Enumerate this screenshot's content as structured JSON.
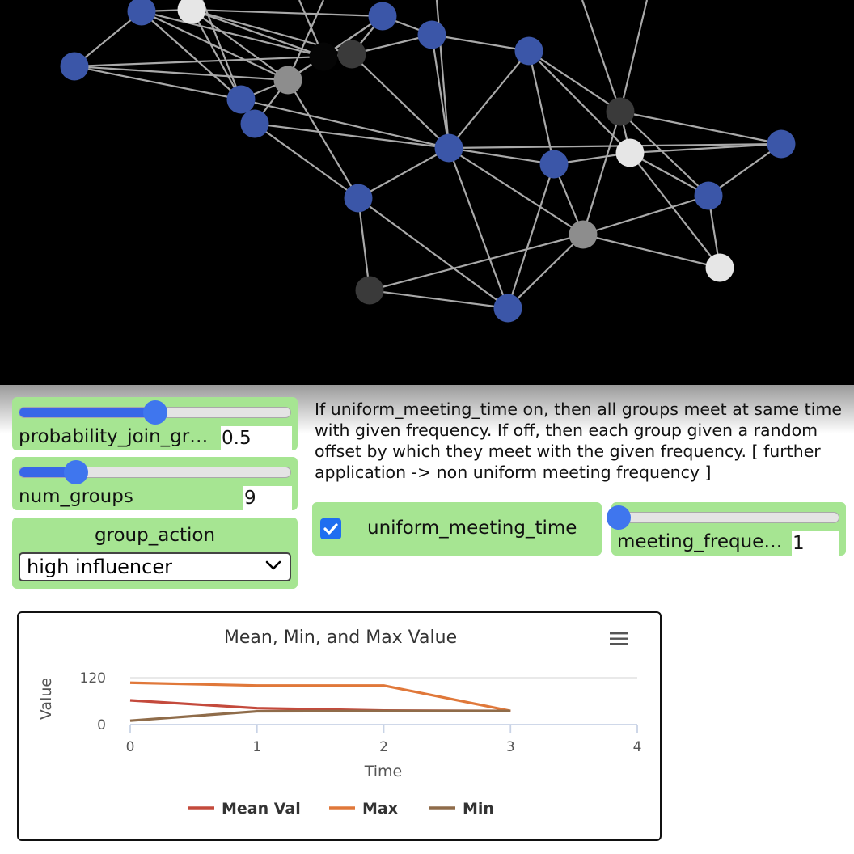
{
  "network": {
    "background": "#000000",
    "edge_color": "#a9a9a9",
    "color_key": {
      "blue": "#3b56a8",
      "white": "#e6e6e6",
      "gray": "#8d8d8d",
      "dark": "#3a3a3a",
      "black": "#050505"
    }
  },
  "controls": {
    "probability_join_group": {
      "label": "probability_join_gr…",
      "value": "0.5",
      "fraction": 0.5
    },
    "num_groups": {
      "label": "num_groups",
      "value": "9",
      "fraction": 0.21
    },
    "group_action": {
      "label": "group_action",
      "selected": "high influencer"
    },
    "uniform_meeting_time": {
      "label": "uniform_meeting_time",
      "checked": true
    },
    "meeting_frequency": {
      "label": "meeting_freque…",
      "value": "1",
      "fraction": 0.0
    }
  },
  "info_text": "If uniform_meeting_time on, then all groups meet at same time with given frequency. If off, then each group given a random offset by which they meet with the given frequency. [ further application -> non uniform meeting frequency ]",
  "chart": {
    "menu_icon": "hamburger-menu-icon"
  },
  "chart_data": {
    "type": "line",
    "title": "Mean, Min, and Max Value",
    "xlabel": "Time",
    "ylabel": "Value",
    "xlim": [
      0,
      4
    ],
    "ylim": [
      0,
      120
    ],
    "x_ticks": [
      "0",
      "1",
      "2",
      "3",
      "4"
    ],
    "y_ticks": [
      "0",
      "120"
    ],
    "legend_position": "bottom",
    "series": [
      {
        "name": "Mean Val",
        "color": "#c44a3c",
        "x": [
          0,
          1,
          2,
          3
        ],
        "y": [
          62,
          42,
          36,
          35
        ]
      },
      {
        "name": "Max",
        "color": "#e0783a",
        "x": [
          0,
          1,
          2,
          3
        ],
        "y": [
          107,
          100,
          100,
          35
        ]
      },
      {
        "name": "Min",
        "color": "#8f6c4a",
        "x": [
          0,
          1,
          2,
          3
        ],
        "y": [
          10,
          34,
          35,
          35
        ]
      }
    ]
  }
}
